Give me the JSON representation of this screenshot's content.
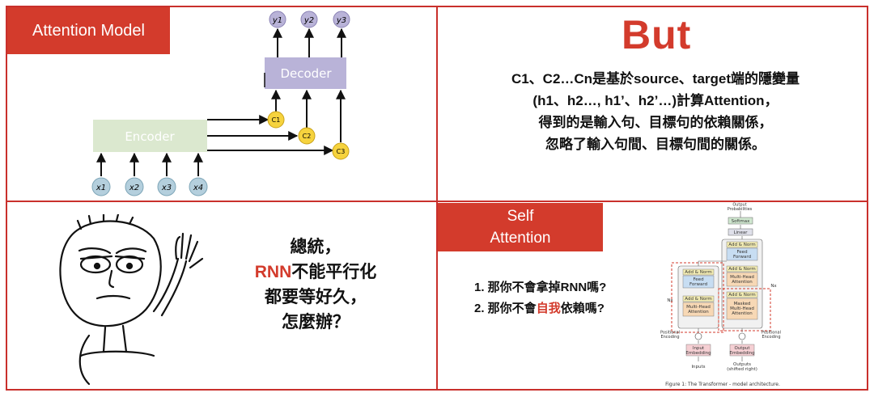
{
  "panels": {
    "attention_model": {
      "title": "Attention Model",
      "encoder_label": "Encoder",
      "decoder_label": "Decoder",
      "inputs": [
        "x1",
        "x2",
        "x3",
        "x4"
      ],
      "outputs": [
        "y1",
        "y2",
        "y3"
      ],
      "contexts": [
        "C1",
        "C2",
        "C3"
      ],
      "colors": {
        "encoder": "#dbe8cf",
        "decoder": "#b9b3d8",
        "input_node": "#b4cfdd",
        "output_node": "#b9b3d8",
        "context_node": "#f6d33e"
      }
    },
    "but": {
      "title": "But",
      "lines": [
        "C1、C2…Cn是基於source、target端的隱變量",
        "(h1、h2…, h1’、h2’…)計算Attention，",
        "得到的是輸入句、目標句的依賴關係，",
        "忽略了輸入句間、目標句間的關係。"
      ]
    },
    "rnn": {
      "line1": "總統，",
      "line2_highlight": "RNN",
      "line2_rest": "不能平行化",
      "line3": "都要等好久，",
      "line4": "怎麼辦？"
    },
    "self_attention": {
      "title_line1": "Self",
      "title_line2": "Attention",
      "q1": "1. 那你不會拿掉RNN嗎?",
      "q2_pre": "2. 那你不會",
      "q2_highlight": "自我",
      "q2_post": "依賴嗎?",
      "figure": {
        "output_probabilities": "Output\nProbabilities",
        "softmax": "Softmax",
        "linear": "Linear",
        "add_norm": "Add & Norm",
        "feed_forward": "Feed\nForward",
        "multi_head_attention": "Multi-Head\nAttention",
        "masked_multi_head_attention": "Masked\nMulti-Head\nAttention",
        "nx": "Nx",
        "positional_encoding": "Positional\nEncoding",
        "input_embedding": "Input\nEmbedding",
        "output_embedding": "Output\nEmbedding",
        "inputs": "Inputs",
        "outputs": "Outputs\n(shifted right)",
        "caption": "Figure 1: The Transformer - model architecture."
      }
    }
  },
  "accent_color": "#d33b2c"
}
